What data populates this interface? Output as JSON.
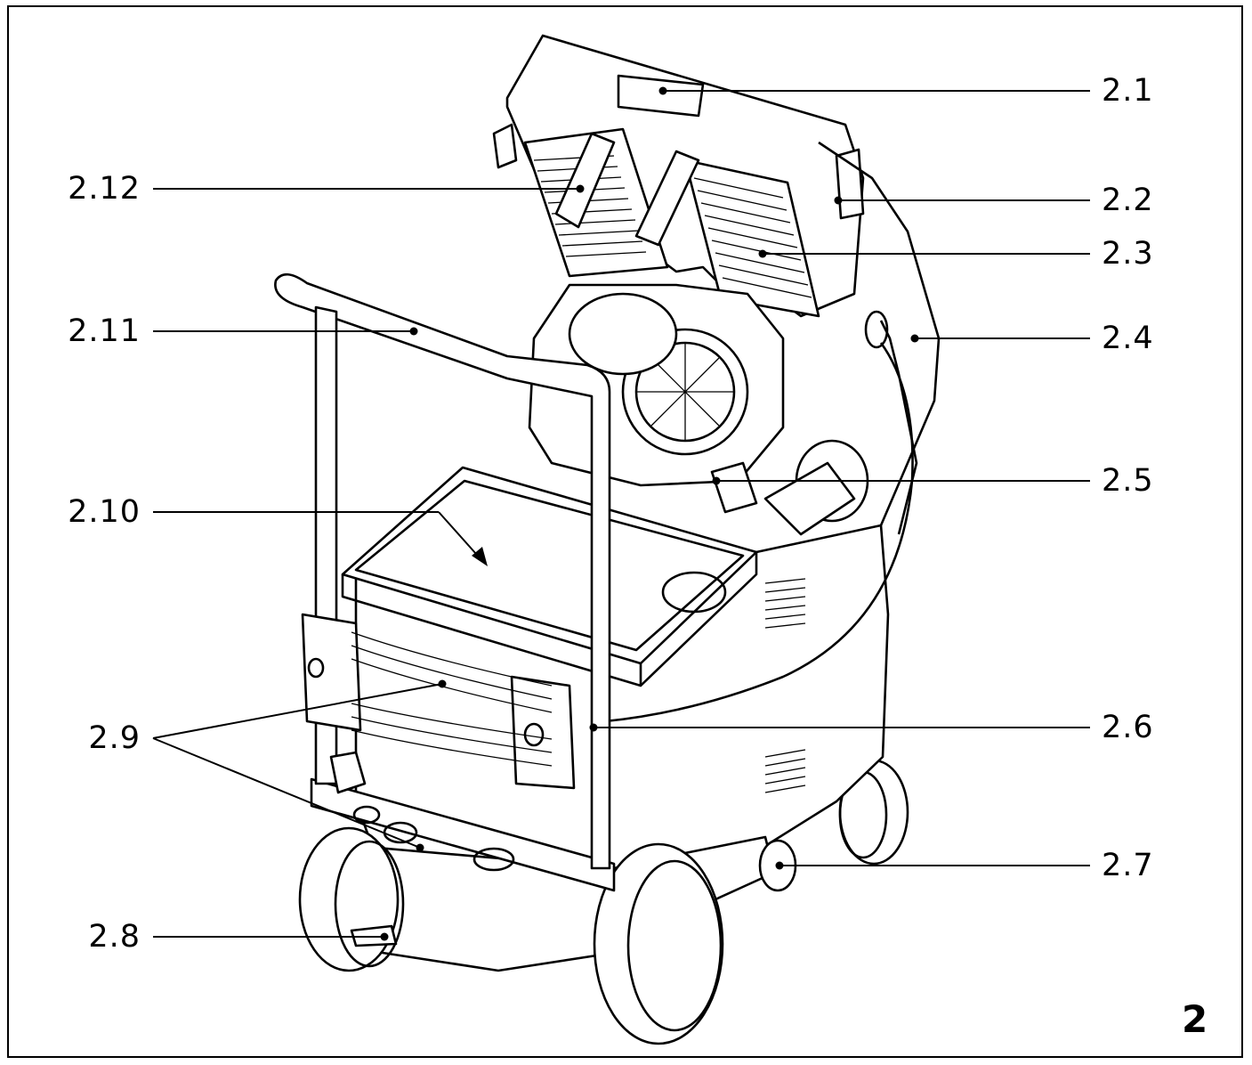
{
  "figure": {
    "number": "2",
    "callouts": {
      "c2_1": "2.1",
      "c2_2": "2.2",
      "c2_3": "2.3",
      "c2_4": "2.4",
      "c2_5": "2.5",
      "c2_6": "2.6",
      "c2_7": "2.7",
      "c2_8": "2.8",
      "c2_9": "2.9",
      "c2_10": "2.10",
      "c2_11": "2.11",
      "c2_12": "2.12"
    }
  }
}
